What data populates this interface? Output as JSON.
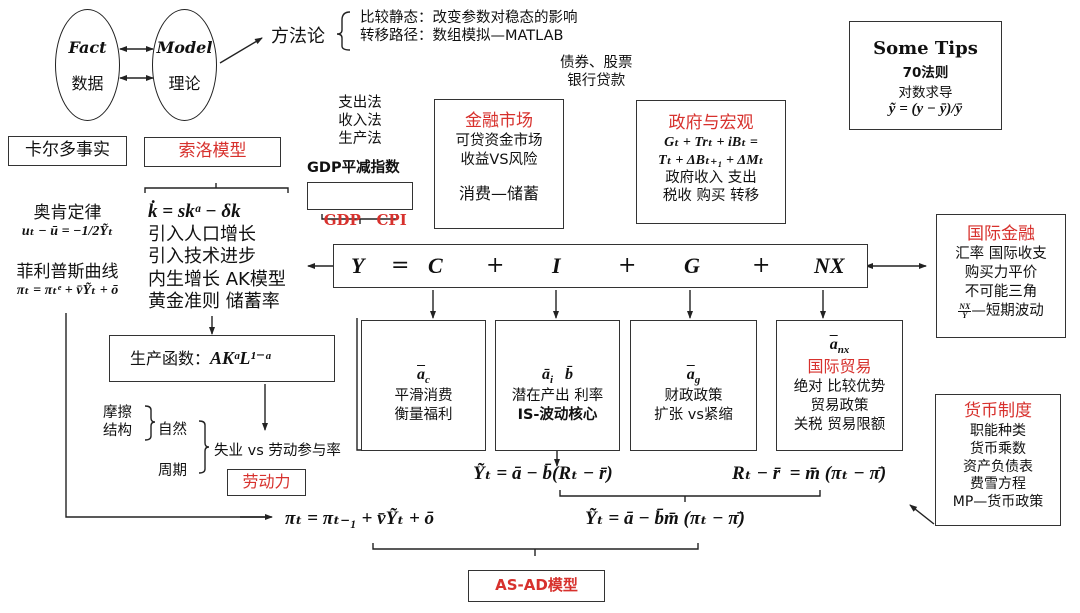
{
  "top": {
    "fact": {
      "en": "Fact",
      "zh": "数据"
    },
    "model": {
      "en": "Model",
      "zh": "理论"
    },
    "methodology": "方法论",
    "methods": [
      "比较静态：改变参数对稳态的影响",
      "转移路径：数组模拟—MATLAB"
    ],
    "bonds": [
      "债券、股票",
      "银行贷款"
    ]
  },
  "tips": {
    "title": "Some Tips",
    "lines": [
      "70法则",
      "对数求导",
      "ỹ = (y − ȳ)/ȳ"
    ]
  },
  "kaldor": {
    "title": "卡尔多事实",
    "okun_title": "奥肯定律",
    "okun_eq": "uₜ − ū = −1/2Ỹₜ",
    "phillips_title": "菲利普斯曲线",
    "phillips_eq": "πₜ = πₜᵉ + v̄Ỹₜ + ō"
  },
  "solow": {
    "title": "索洛模型",
    "eq": "k̇ = skᵅ − δk",
    "lines": [
      "引入人口增长",
      "引入技术进步",
      "内生增长 AK模型",
      "黄金准则 储蓄率"
    ]
  },
  "gdp_methods": {
    "lines": [
      "支出法",
      "收入法",
      "生产法"
    ],
    "deflator": "GDP平减指数",
    "box": "GDP   CPI"
  },
  "finance": {
    "title": "金融市场",
    "lines": [
      "可贷资金市场",
      "收益VS风险",
      "",
      "消费—储蓄"
    ]
  },
  "government": {
    "title": "政府与宏观",
    "eq1": "Gₜ + Trₜ + iBₜ =",
    "eq2": "Tₜ + ΔBₜ₊₁ + ΔMₜ",
    "lines": [
      "政府收入  支出",
      "税收  购买 转移"
    ]
  },
  "identity": {
    "terms": [
      "Y",
      "=",
      "C",
      "+",
      "I",
      "+",
      "G",
      "+",
      "NX"
    ]
  },
  "intl_finance": {
    "title": "国际金融",
    "lines": [
      "汇率 国际收支",
      "购买力平价",
      "不可能三角"
    ],
    "frac_num": "NX",
    "frac_den": "Y",
    "frac_suffix": "—短期波动"
  },
  "production": {
    "label": "生产函数：",
    "eq": "AKᵅL¹⁻ᵅ"
  },
  "labor": {
    "left": [
      "摩擦",
      "结构"
    ],
    "mid": [
      "自然",
      "周期"
    ],
    "right": "失业 vs 劳动参与率",
    "title": "劳动力"
  },
  "components": {
    "c": {
      "sym": "a",
      "sub": "c",
      "lines": [
        "平滑消费",
        "衡量福利"
      ]
    },
    "i": {
      "sym1": "ā",
      "sub1": "i",
      "sym2": "b̄",
      "lines": [
        "潜在产出 利率",
        "IS-波动核心"
      ]
    },
    "g": {
      "sym": "a",
      "sub": "g",
      "lines": [
        "财政政策",
        "扩张 vs紧缩"
      ]
    },
    "nx": {
      "sym": "a",
      "sub": "nx",
      "title": "国际贸易",
      "lines": [
        "绝对 比较优势",
        "贸易政策",
        "关税 贸易限额"
      ]
    }
  },
  "monetary": {
    "title": "货币制度",
    "lines": [
      "职能种类",
      "货币乘数",
      "资产负债表",
      "费雪方程",
      "MP—货币政策"
    ]
  },
  "equations": {
    "is": "Ỹₜ = ā − b̄(Rₜ − r̄)",
    "mp": "Rₜ − r̄  = m̄ (πₜ − π̄)",
    "as": "πₜ = πₜ₋₁ + v̄Ỹₜ + ō",
    "ad": "Ỹₜ = ā − b̄m̄ (πₜ − π̄)"
  },
  "asad": {
    "title": "AS-AD模型"
  }
}
